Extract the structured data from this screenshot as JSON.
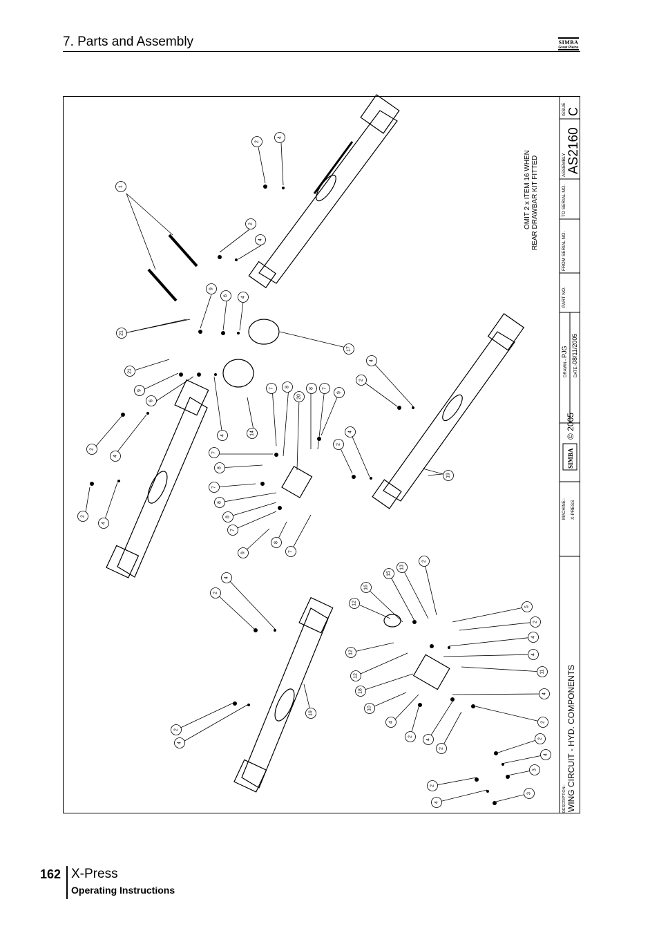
{
  "header": {
    "section_title": "7. Parts and Assembly",
    "logo_text": "SIMBA",
    "logo_subtext": "Great Plains"
  },
  "footer": {
    "page_number": "162",
    "product": "X-Press",
    "subtitle": "Operating Instructions"
  },
  "drawing": {
    "note_line1": "OMIT 2 x ITEM 16 WHEN",
    "note_line2": "REAR DRAWBAR KIT FITTED",
    "callouts": {
      "c1": "1",
      "c2": "2",
      "c3": "3",
      "c4": "4",
      "c5": "5",
      "c6": "6",
      "c7": "7",
      "c8": "8",
      "c9": "9",
      "c10": "10",
      "c11": "11",
      "c12": "12",
      "c13": "13",
      "c14": "14",
      "c15": "15",
      "c16": "16",
      "c17": "17",
      "c18": "18",
      "c19": "19",
      "c20": "20",
      "c21": "21"
    }
  },
  "title_block": {
    "description_label": "DESCRIPTION:-",
    "description": "WING CIRCUIT - HYD. COMPONENTS",
    "machine_label": "MACHINE:-",
    "machine": "X-PRESS",
    "logo_text": "SIMBA",
    "copyright": "© 2005",
    "drawn_label": "DRAWN:-",
    "drawn": "PJG",
    "date_label": "DATE:-",
    "date": "08/11/2005",
    "part_no_label": "PART NO.",
    "from_serial_label": "FROM SERIAL NO.",
    "to_serial_label": "TO SERIAL NO.",
    "assembly_label": "ASSEMBLY",
    "assembly": "AS2160",
    "issue_label": "ISSUE",
    "issue": "C"
  }
}
